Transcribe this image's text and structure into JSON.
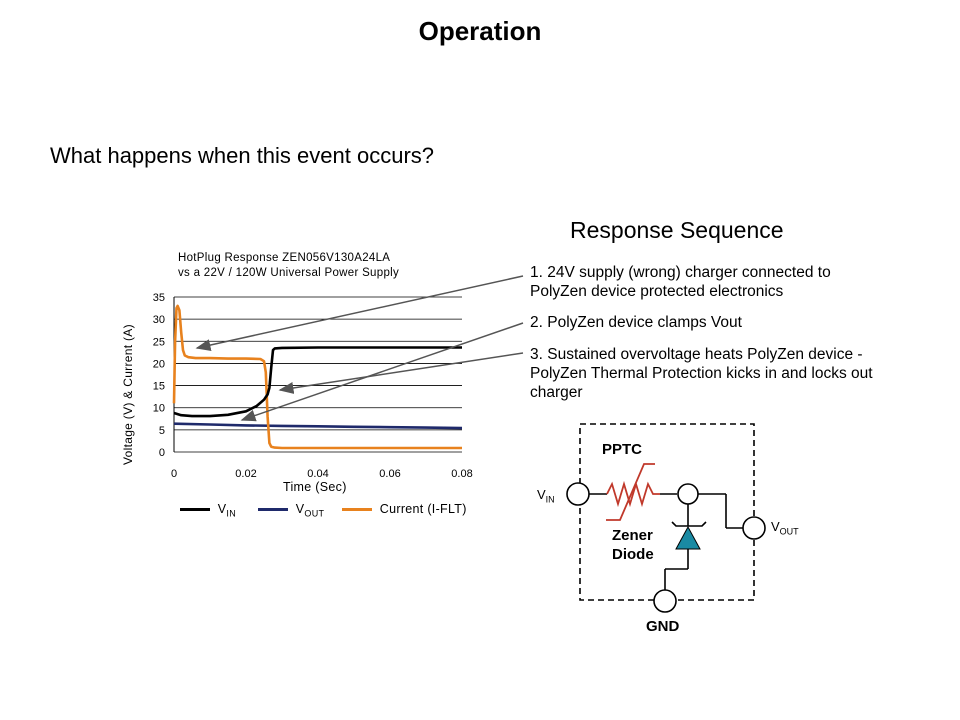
{
  "slide": {
    "title": "Operation",
    "question": "What happens when this event occurs?",
    "sequence_title": "Response Sequence",
    "steps": [
      "1. 24V supply (wrong) charger connected to PolyZen device protected electronics",
      "2. PolyZen device clamps Vout",
      "3. Sustained overvoltage heats PolyZen device - PolyZen Thermal Protection kicks in and locks out charger"
    ]
  },
  "chart_data": {
    "type": "line",
    "title": "HotPlug Response ZEN056V130A24LA",
    "subtitle": "vs a 22V / 120W Universal Power Supply",
    "xlabel": "Time (Sec)",
    "ylabel": "Voltage (V) & Current (A)",
    "xlim": [
      0,
      0.08
    ],
    "ylim": [
      0,
      35
    ],
    "xticks": [
      "0",
      "0.02",
      "0.04",
      "0.06",
      "0.08"
    ],
    "yticks": [
      "0",
      "5",
      "10",
      "15",
      "20",
      "25",
      "30",
      "35"
    ],
    "grid": "horizontal",
    "legend_position": "bottom",
    "series": [
      {
        "name": "VIN",
        "color": "#000000",
        "x": [
          0,
          0.002,
          0.005,
          0.01,
          0.015,
          0.02,
          0.023,
          0.025,
          0.026,
          0.0265,
          0.027,
          0.0275,
          0.028,
          0.03,
          0.04,
          0.05,
          0.06,
          0.07,
          0.08
        ],
        "y": [
          8.8,
          8.3,
          8.1,
          8.1,
          8.4,
          9.2,
          10.4,
          11.8,
          13.0,
          14.5,
          19,
          23.0,
          23.4,
          23.5,
          23.6,
          23.6,
          23.6,
          23.6,
          23.6
        ]
      },
      {
        "name": "VOUT",
        "color": "#1f2a6b",
        "x": [
          0,
          0.01,
          0.02,
          0.03,
          0.04,
          0.05,
          0.06,
          0.07,
          0.08
        ],
        "y": [
          6.4,
          6.2,
          6.0,
          5.9,
          5.8,
          5.7,
          5.6,
          5.5,
          5.4
        ]
      },
      {
        "name": "Current (I-FLT)",
        "color": "#e8821e",
        "x": [
          0,
          0.0003,
          0.0007,
          0.001,
          0.0015,
          0.002,
          0.0025,
          0.003,
          0.004,
          0.006,
          0.01,
          0.015,
          0.02,
          0.024,
          0.025,
          0.0255,
          0.026,
          0.0265,
          0.027,
          0.028,
          0.03,
          0.04,
          0.05,
          0.06,
          0.07,
          0.08
        ],
        "y": [
          11,
          25,
          32.5,
          33,
          32,
          27,
          23,
          21.8,
          21.4,
          21.2,
          21.2,
          21.1,
          21.1,
          21.0,
          20.5,
          18,
          8,
          2,
          1.2,
          1.0,
          0.9,
          0.9,
          0.9,
          0.9,
          0.9,
          0.9
        ]
      }
    ],
    "legend": [
      {
        "label": "V",
        "sub": "IN"
      },
      {
        "label": "V",
        "sub": "OUT"
      },
      {
        "label": "Current (I-FLT)",
        "sub": ""
      }
    ]
  },
  "circuit": {
    "pptc_label": "PPTC",
    "zener_label_1": "Zener",
    "zener_label_2": "Diode",
    "vin_label": "V",
    "vin_sub": "IN",
    "vout_label": "V",
    "vout_sub": "OUT",
    "gnd_label": "GND",
    "resistor_color": "#c0392b",
    "diode_color": "#1a8aa3"
  }
}
